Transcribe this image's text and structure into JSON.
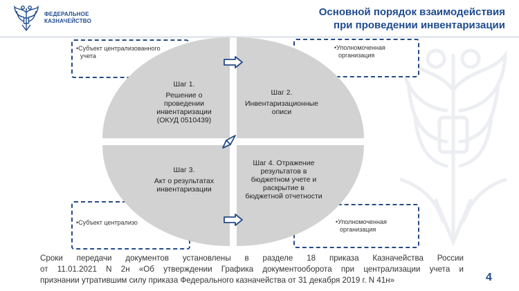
{
  "header": {
    "logo_line1": "ФЕДЕРАЛЬНОЕ",
    "logo_line2": "КАЗНАЧЕЙСТВО",
    "title_line1": "Основной порядок взаимодействия",
    "title_line2": "при проведении инвентаризации"
  },
  "boxes": {
    "top_left_line1": "•Субъект централизованного",
    "top_left_line2": "учета",
    "top_right_line1": "•Уполномоченная",
    "top_right_line2": "организация",
    "bottom_left": "•Субъект централизо",
    "bottom_right_line1": "•Уполномоченная",
    "bottom_right_line2": "организация"
  },
  "steps": {
    "step1": [
      "Шаг 1.",
      "Решение о",
      "проведении",
      "инвентаризации",
      "(ОКУД 0510439)"
    ],
    "step2": [
      "Шаг 2.",
      "Инвентаризационные",
      "описи"
    ],
    "step3": [
      "Шаг 3.",
      "Акт о результатах",
      "инвентаризации"
    ],
    "step4": [
      "Шаг 4. Отражение",
      "результатов в",
      "бюджетном учете и",
      "раскрытие в",
      "бюджетной отчетности"
    ]
  },
  "footer": {
    "line1": "Сроки передачи документов установлены в разделе 18 приказа Казначейства России",
    "line2": "от 11.01.2021 N 2н «Об утверждении Графика документооборота при централизации учета и",
    "line3": "признании утратившим силу приказа Федерального казначейства от 31 декабря 2019 г. N 41н»"
  },
  "page_number": "4",
  "colors": {
    "brand": "#1f4b8f",
    "quadrant": "#d2d2d2",
    "dashed_border": "#244a86"
  }
}
